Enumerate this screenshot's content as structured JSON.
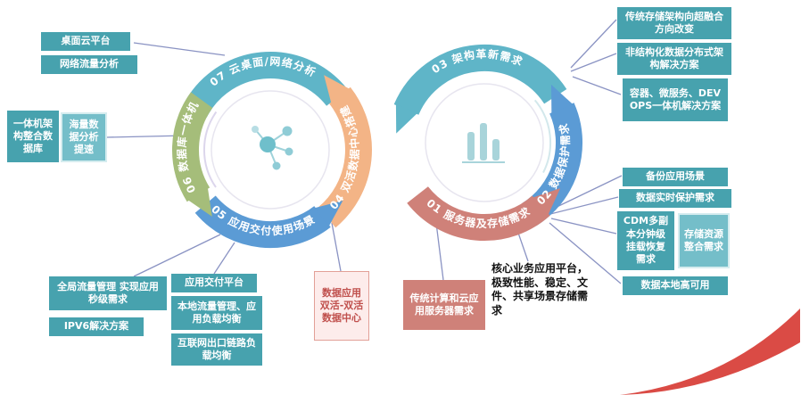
{
  "colors": {
    "teal_arc": "#5fb5c8",
    "green_arc": "#a5bd7a",
    "blue_arc": "#5b9bd5",
    "orange_arc": "#f3b486",
    "salmon_arc": "#cf8179",
    "teal_box": "#47a2ae",
    "connector": "#8a93c3",
    "swoosh_red": "#da4b45"
  },
  "arcs": {
    "a07": {
      "label": "07 云桌面/网络分析"
    },
    "a06": {
      "label": "06 数据库一体机"
    },
    "a05": {
      "label": "05 应用交付使用场景"
    },
    "a04": {
      "label": "04 双活数据中心搭建"
    },
    "a03": {
      "label": "03 架构革新需求"
    },
    "a02": {
      "label": "02 数据保护需求"
    },
    "a01": {
      "label": "01 服务器及存储需求"
    }
  },
  "icons": {
    "left_hub": "network-nodes",
    "right_hub": "bar-chart"
  },
  "labels": {
    "desktop_cloud": "桌面云平台",
    "network_traffic": "网络流量分析",
    "allinone_arch": "一体机架构整合数据库",
    "massive_data": "海量数据分析提速",
    "global_traffic": "全局流量管理 实现应用秒级需求",
    "ipv6": "IPV6解决方案",
    "app_delivery": "应用交付平台",
    "local_traffic": "本地流量管理、应用负载均衡",
    "internet_outlet": "互联网出口链路负载均衡",
    "dual_active_dc": "数据应用双活-双活数据中心",
    "traditional_compute": "传统计算和云应用服务器需求",
    "core_business": "核心业务应用平台，极致性能、稳定、文件、共享场景存储需求",
    "storage_hci": "传统存储架构向超融合方向改变",
    "unstructured": "非结构化数据分布式架构解决方案",
    "container_devops": "容器、微服务、DEVOPS一体机解决方案",
    "backup_scene": "备份应用场景",
    "realtime_protection": "数据实时保护需求",
    "cdm": "CDM多副本分钟级挂载恢复需求",
    "storage_consolidation": "存储资源整合需求",
    "local_ha": "数据本地高可用"
  }
}
